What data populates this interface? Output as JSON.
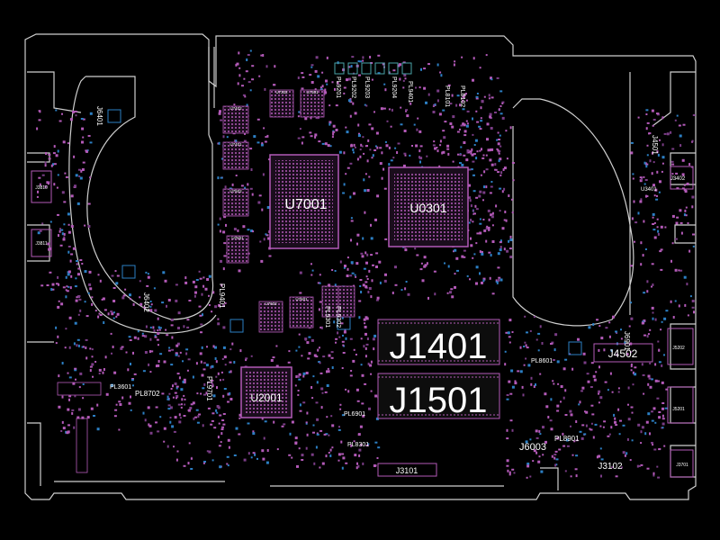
{
  "colors": {
    "background": "#000000",
    "outline": "#d9d9d9",
    "component_primary": "#b35ab8",
    "component_secondary": "#2c7fc4",
    "label": "#ffffff",
    "connector_fill": "#0d0d0d"
  },
  "chips": {
    "u7001": "U7001",
    "u0301": "U0301",
    "u2001": "U2001"
  },
  "connectors": {
    "j1401": "J1401",
    "j1501": "J1501",
    "j3101": "J3101",
    "j4502": "J4502",
    "j6003": "J6003",
    "j3102": "J3102",
    "j3402": "J3402",
    "j5202": "J5202",
    "j5201": "J5201",
    "j3701": "J3701",
    "j3810": "J3810",
    "j3811": "J3811"
  },
  "parts": {
    "j6401": "J6401",
    "j6402": "J6402",
    "j6901": "J6901",
    "j4501": "J4501",
    "u3401": "U3401",
    "pl9401": "PL9401",
    "pl3601": "PL3601",
    "pl8702": "PL8702",
    "pl9701": "PL9701",
    "pl9301": "PL9301",
    "pl9302": "PL9302",
    "pl6901": "PL6901",
    "pl8601": "PL8601",
    "pl8901": "PL8901",
    "pl8301": "PL8301",
    "pl9204": "PL9204",
    "pl9203": "PL9203",
    "pl9202": "PL9202",
    "pl9201": "PL9201",
    "pl8101": "PL8101",
    "pl8102": "PL8102",
    "pl9401b": "PL9401",
    "u7402": "U7402",
    "u7401": "U7401",
    "u7502": "U7502",
    "u7501": "U7501",
    "u7302": "U7302",
    "u7301": "U7301",
    "u7602": "U7602",
    "u7601": "U7601"
  }
}
